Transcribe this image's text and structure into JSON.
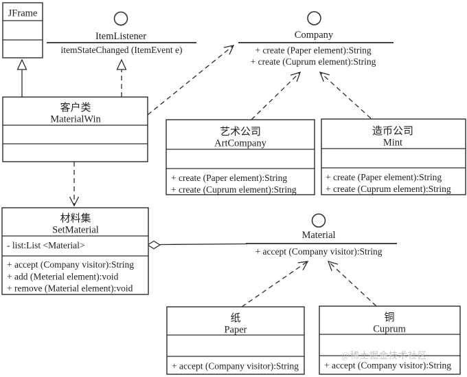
{
  "diagram": {
    "classes": {
      "jframe": {
        "name": "JFrame"
      },
      "materialwin": {
        "cn": "客户类",
        "en": "MaterialWin"
      },
      "artcompany": {
        "cn": "艺术公司",
        "en": "ArtCompany",
        "methods": [
          "+ create (Paper element):String",
          "+ create (Cuprum element):String"
        ]
      },
      "mint": {
        "cn": "造币公司",
        "en": "Mint",
        "methods": [
          "+ create (Paper element):String",
          "+ create (Cuprum element):String"
        ]
      },
      "setmaterial": {
        "cn": "材料集",
        "en": "SetMaterial",
        "attributes": [
          "- list:List <Material>"
        ],
        "methods": [
          "+ accept (Company visitor):String",
          "+ add (Meterial element):void",
          "+ remove (Material element):void"
        ]
      },
      "paper": {
        "cn": "纸",
        "en": "Paper",
        "methods": [
          "+ accept (Company visitor):String"
        ]
      },
      "cuprum": {
        "cn": "铜",
        "en": "Cuprum",
        "methods": [
          "+ accept (Company visitor):String"
        ]
      }
    },
    "interfaces": {
      "itemlistener": {
        "name": "ItemListener",
        "operations": [
          "itemStateChanged (ItemEvent e)"
        ]
      },
      "company": {
        "name": "Company",
        "operations": [
          "+ create (Paper element):String",
          "+ create (Cuprum element):String"
        ]
      },
      "material": {
        "name": "Material",
        "operations": [
          "+ accept (Company visitor):String"
        ]
      }
    },
    "watermark": "@稀土掘金技术社区",
    "colors": {
      "line": "#2a2a2a",
      "background": "#ffffff",
      "watermark": "#bcbcbc"
    }
  }
}
